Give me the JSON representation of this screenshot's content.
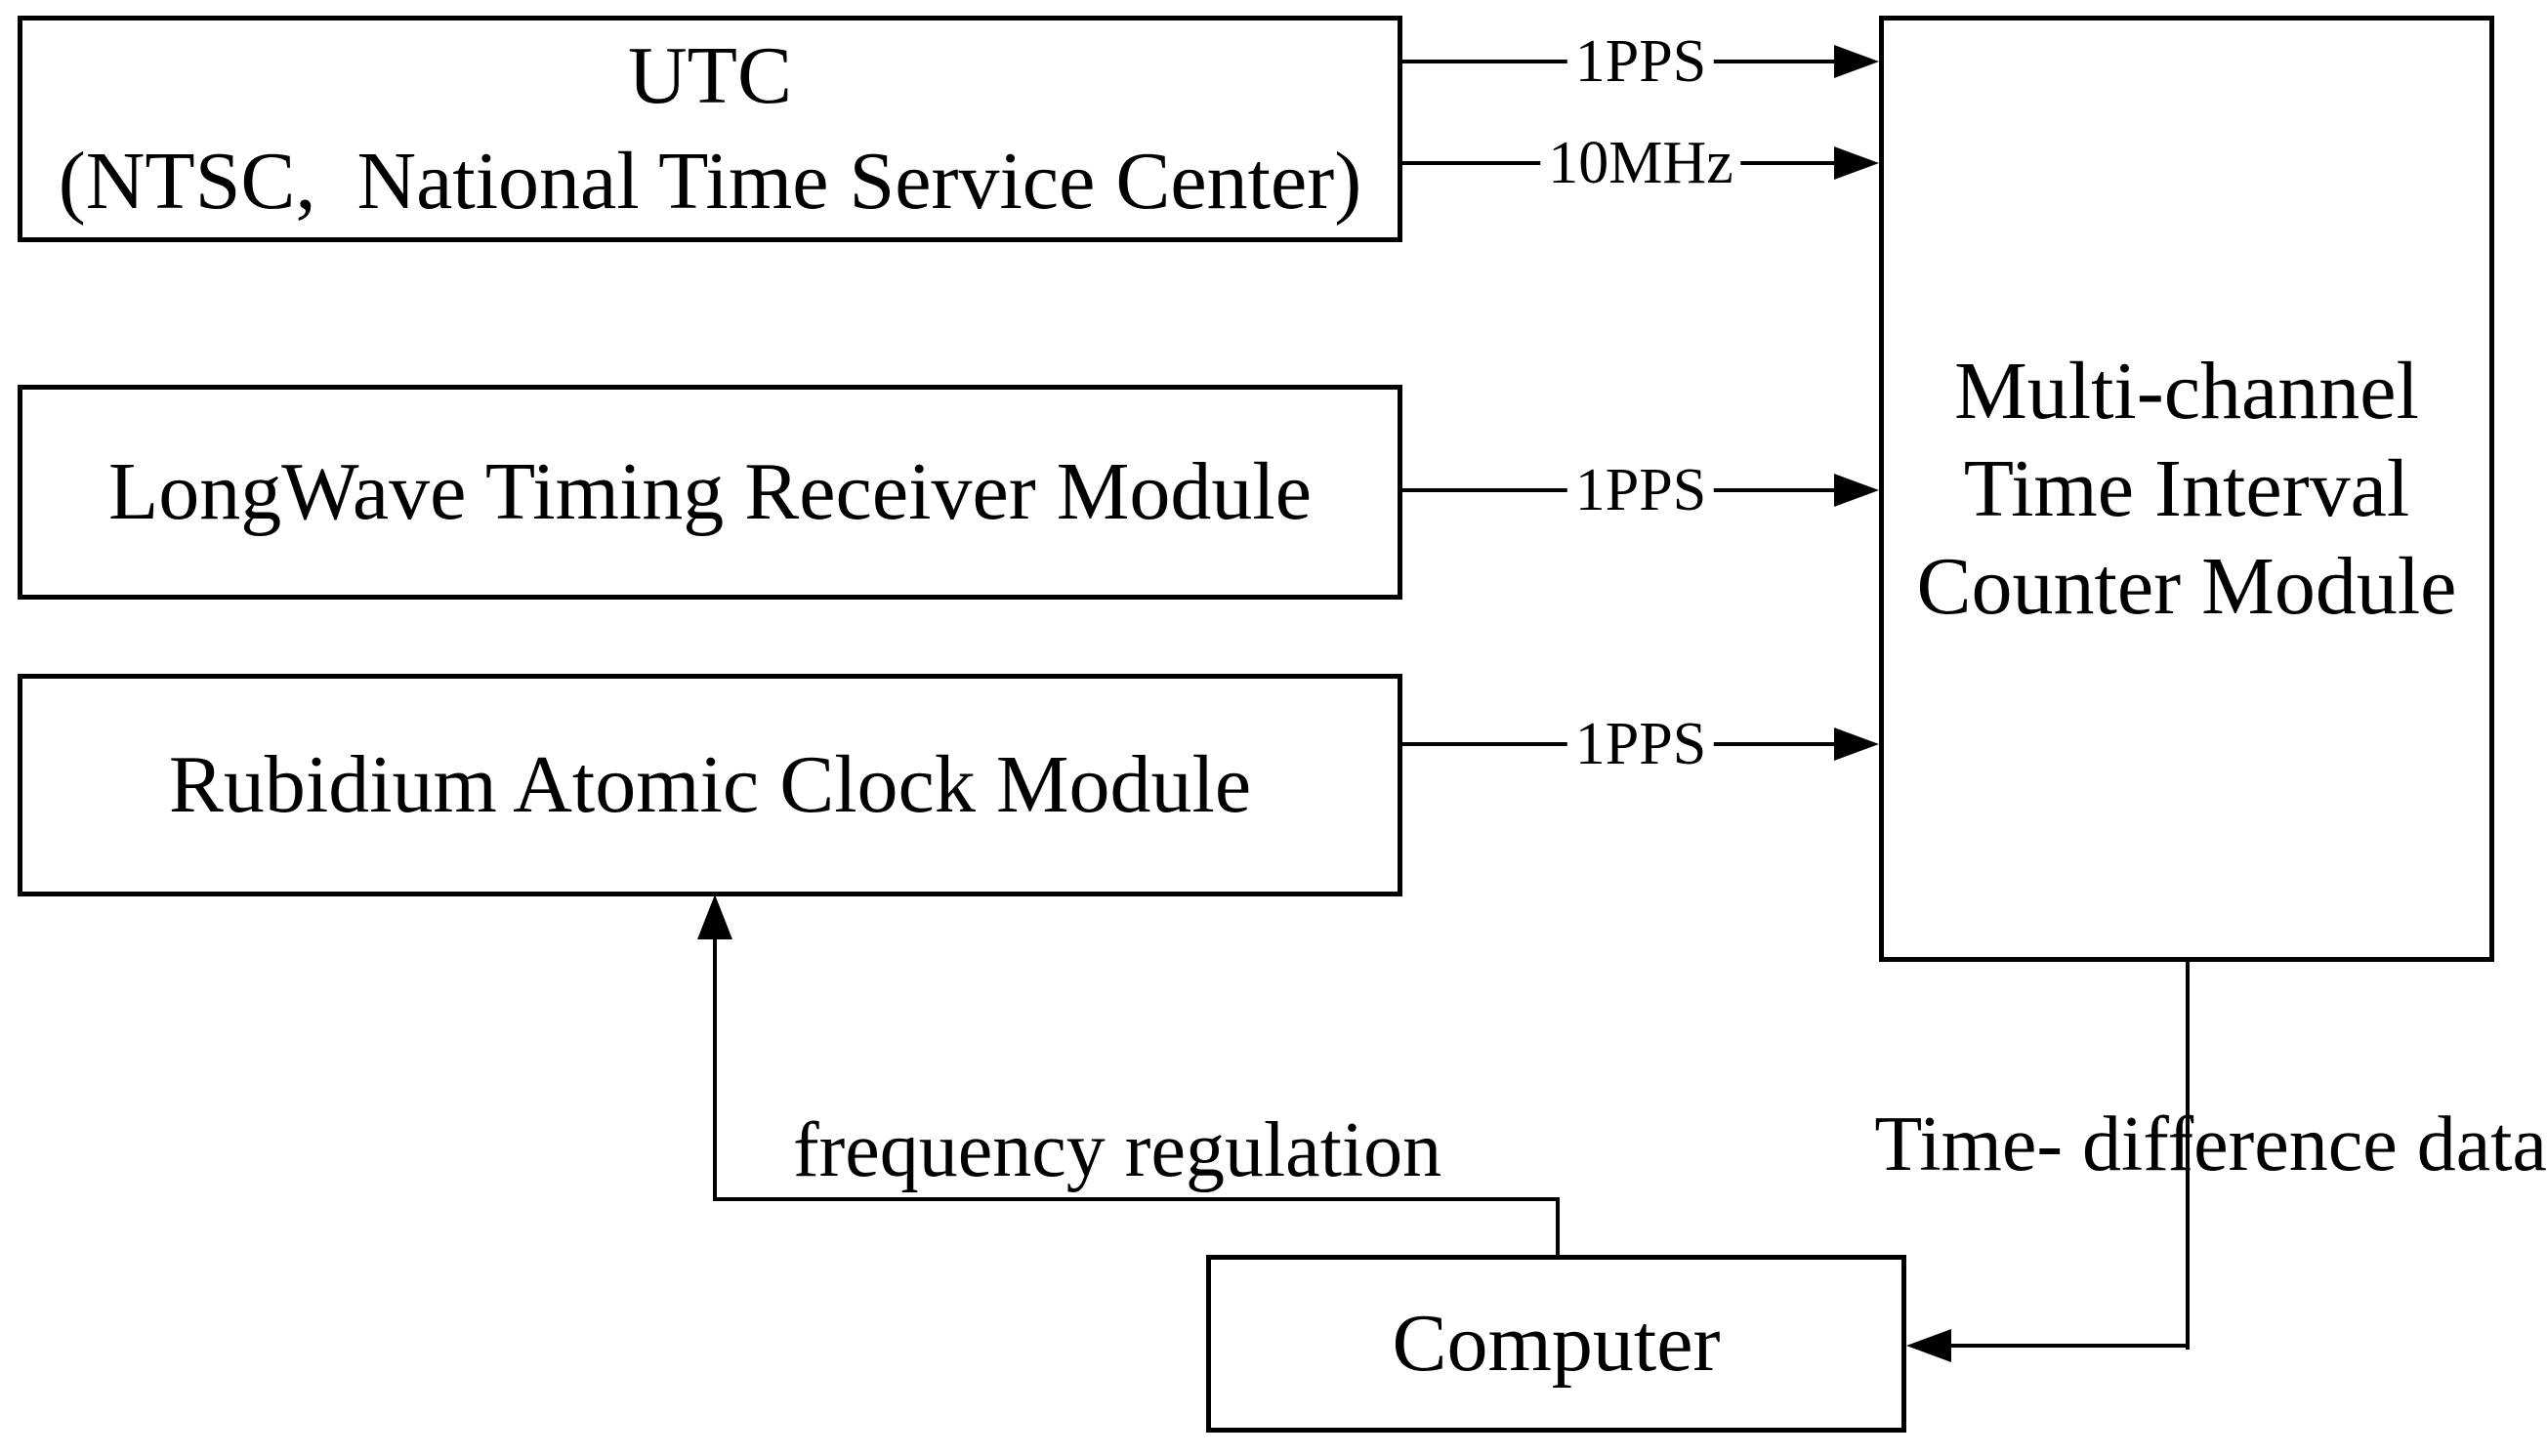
{
  "diagram": {
    "background_color": "#ffffff",
    "line_color": "#000000",
    "text_color": "#000000"
  },
  "boxes": {
    "utc": {
      "line1": "UTC",
      "line2": "(NTSC, National Time Service Center)"
    },
    "longwave": {
      "label": "LongWave Timing Receiver Module"
    },
    "rubidium": {
      "label": "Rubidium Atomic Clock Module"
    },
    "counter": {
      "line1": "Multi-channel",
      "line2": "Time Interval",
      "line3": "Counter Module"
    },
    "computer": {
      "label": "Computer"
    }
  },
  "signal_labels": {
    "utc_1pps": "1PPS",
    "utc_10mhz": "10MHz",
    "longwave_1pps": "1PPS",
    "rubidium_1pps": "1PPS"
  },
  "annotations": {
    "frequency_regulation": "frequency regulation",
    "time_difference": "Time- difference data"
  }
}
